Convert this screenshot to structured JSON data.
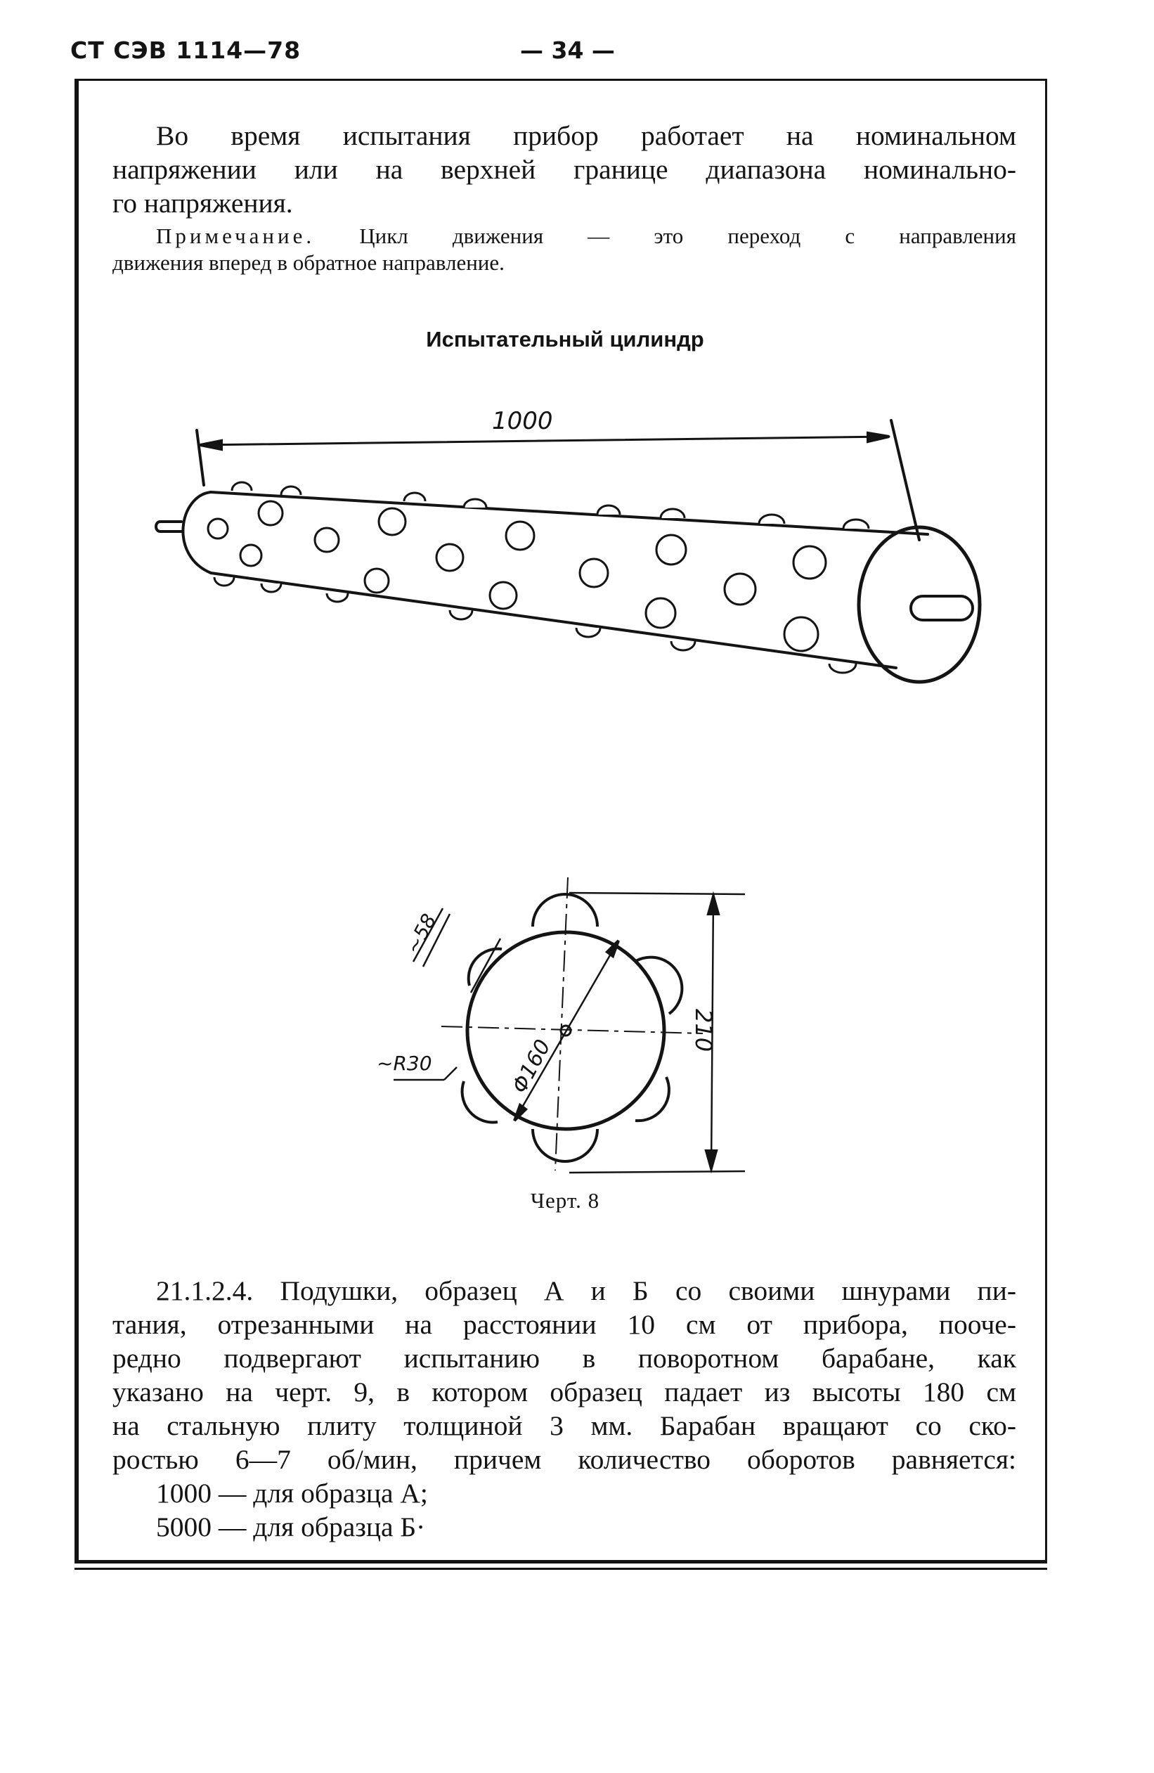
{
  "header": {
    "std_code": "СТ СЭВ 1114—78",
    "page_number": "— 34 —"
  },
  "intro": {
    "lines": [
      "Во время испытания прибор работает на номинальном",
      "напряжении или на верхней границе диапазона номинально-",
      "го напряжения."
    ]
  },
  "note": {
    "label": "Примечание.",
    "lines": [
      "Цикл движения — это переход с направления",
      "движения вперед в обратное направление."
    ]
  },
  "figure": {
    "title": "Испытательный цилиндр",
    "dims": {
      "length": "1000",
      "pad_size": "~58",
      "radius": "~R30",
      "diameter": "Φ160",
      "overall": "210"
    },
    "caption": "Черт. 8"
  },
  "section": {
    "lines": [
      "21.1.2.4. Подушки, образец А и Б со своими шнурами пи-",
      "тания, отрезанными на расстоянии 10 см от прибора, пооче-",
      "редно подвергают испытанию в поворотном барабане, как",
      "указано на черт. 9, в котором образец падает из высоты 180 см",
      "на стальную плиту толщиной 3 мм. Барабан вращают со ско-",
      "ростью 6—7 об/мин, причем количество оборотов равняется:",
      "1000 — для образца А;",
      "5000 — для образца Б·"
    ]
  }
}
